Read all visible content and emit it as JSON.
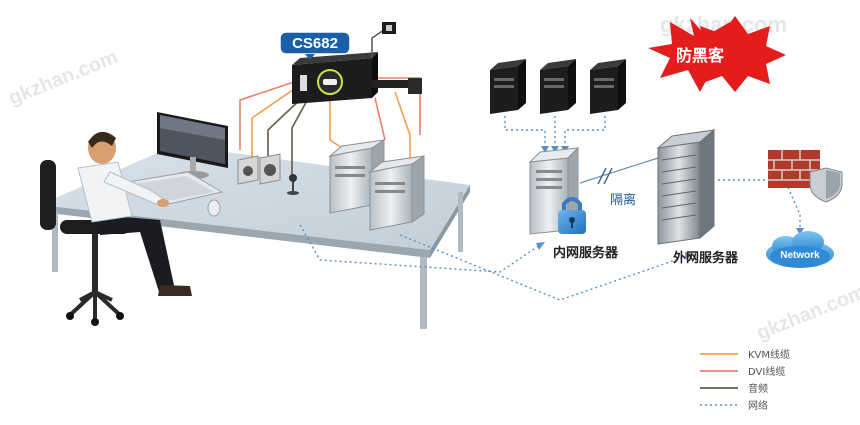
{
  "device": {
    "model": "CS682"
  },
  "badge": {
    "text": "防黑客"
  },
  "labels": {
    "isolation": "隔离",
    "internal_server": "内网服务器",
    "external_server": "外网服务器",
    "network": "Network"
  },
  "legend": {
    "items": [
      {
        "label": "KVM线缆",
        "color": "#f0a050",
        "style": "solid"
      },
      {
        "label": "DVI线缆",
        "color": "#e8806a",
        "style": "solid"
      },
      {
        "label": "音频",
        "color": "#6b5a4a",
        "style": "solid"
      },
      {
        "label": "网络",
        "color": "#5a8ec8",
        "style": "dotted"
      }
    ]
  },
  "watermark": {
    "text": "gkzhan.com"
  },
  "icons": [
    "kvm-switch-icon",
    "usb-plug-icon",
    "monitor-icon",
    "keyboard-icon",
    "mouse-icon",
    "speaker-icon",
    "microphone-icon",
    "pc-tower-icon",
    "server-tower-icon",
    "padlock-icon",
    "rack-server-icon",
    "firewall-icon",
    "shield-icon",
    "cloud-icon",
    "user-icon"
  ]
}
